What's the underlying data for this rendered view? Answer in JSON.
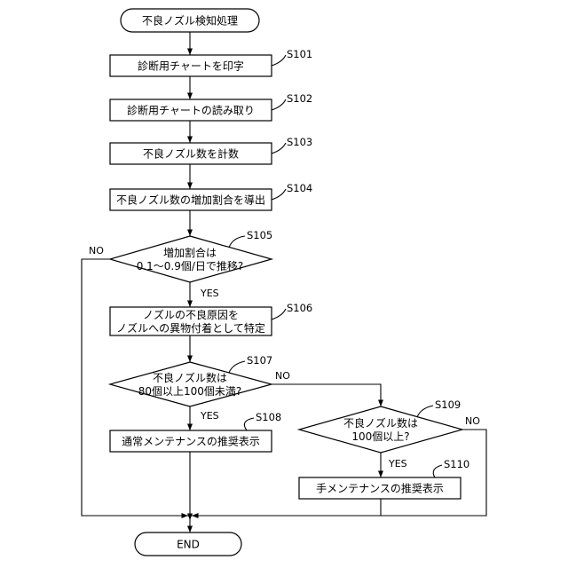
{
  "diagram": {
    "start": "不良ノズル検知処理",
    "end": "END",
    "steps": {
      "s101": {
        "id": "S101",
        "text": "診断用チャートを印字"
      },
      "s102": {
        "id": "S102",
        "text": "診断用チャートの読み取り"
      },
      "s103": {
        "id": "S103",
        "text": "不良ノズル数を計数"
      },
      "s104": {
        "id": "S104",
        "text": "不良ノズル数の増加割合を導出"
      },
      "s105": {
        "id": "S105",
        "line1": "増加割合は",
        "line2": "0.1～0.9個/日で推移?"
      },
      "s106": {
        "id": "S106",
        "line1": "ノズルの不良原因を",
        "line2": "ノズルへの異物付着として特定"
      },
      "s107": {
        "id": "S107",
        "line1": "不良ノズル数は",
        "line2": "80個以上100個未満?"
      },
      "s108": {
        "id": "S108",
        "text": "通常メンテナンスの推奨表示"
      },
      "s109": {
        "id": "S109",
        "line1": "不良ノズル数は",
        "line2": "100個以上?"
      },
      "s110": {
        "id": "S110",
        "text": "手メンテナンスの推奨表示"
      }
    },
    "labels": {
      "yes": "YES",
      "no": "NO"
    }
  }
}
